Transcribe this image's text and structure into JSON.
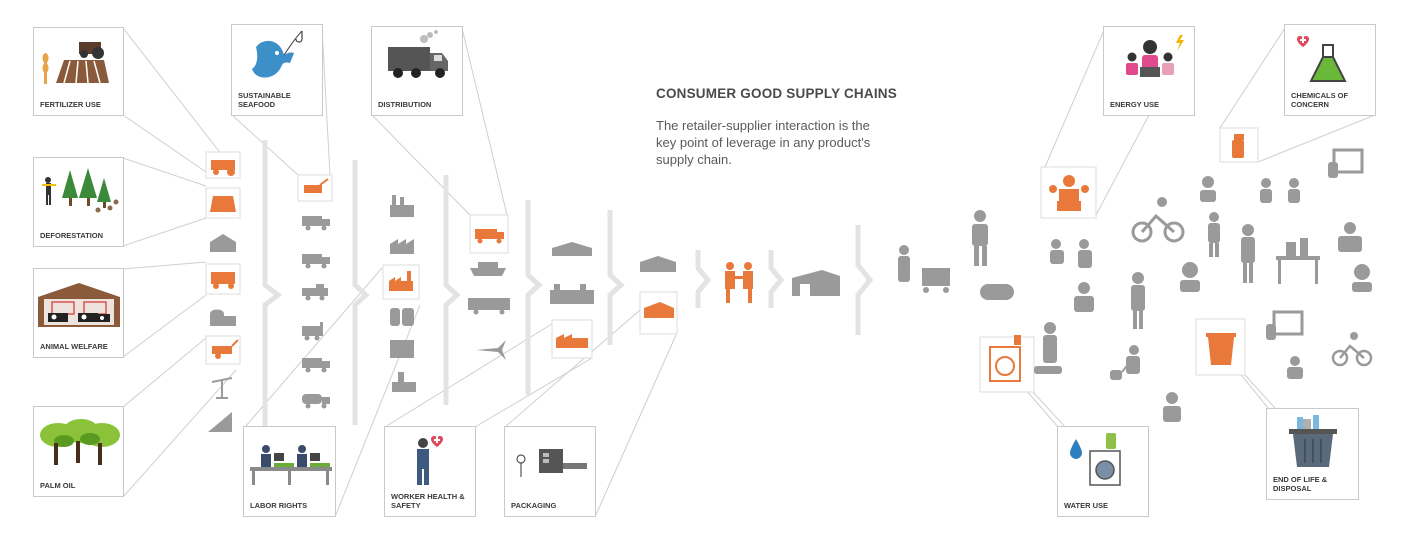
{
  "title": "CONSUMER GOOD SUPPLY CHAINS",
  "subtitle": "The retailer-supplier interaction is the key point of leverage in any product's supply chain.",
  "colors": {
    "accent": "#e8793a",
    "icon_gray": "#8f8f8f",
    "line": "#c9c9c9",
    "chevron": "#e6e6e6"
  },
  "callouts": {
    "fertilizer": "FERTILIZER USE",
    "seafood": "SUSTAINABLE SEAFOOD",
    "distribution": "DISTRIBUTION",
    "deforestation": "DEFORESTATION",
    "animal": "ANIMAL WELFARE",
    "palm": "PALM OIL",
    "labor": "LABOR RIGHTS",
    "worker": "WORKER HEALTH & SAFETY",
    "packaging": "PACKAGING",
    "energy": "ENERGY USE",
    "chemicals": "CHEMICALS OF CONCERN",
    "water": "WATER USE",
    "eol": "END OF LIFE & DISPOSAL"
  }
}
